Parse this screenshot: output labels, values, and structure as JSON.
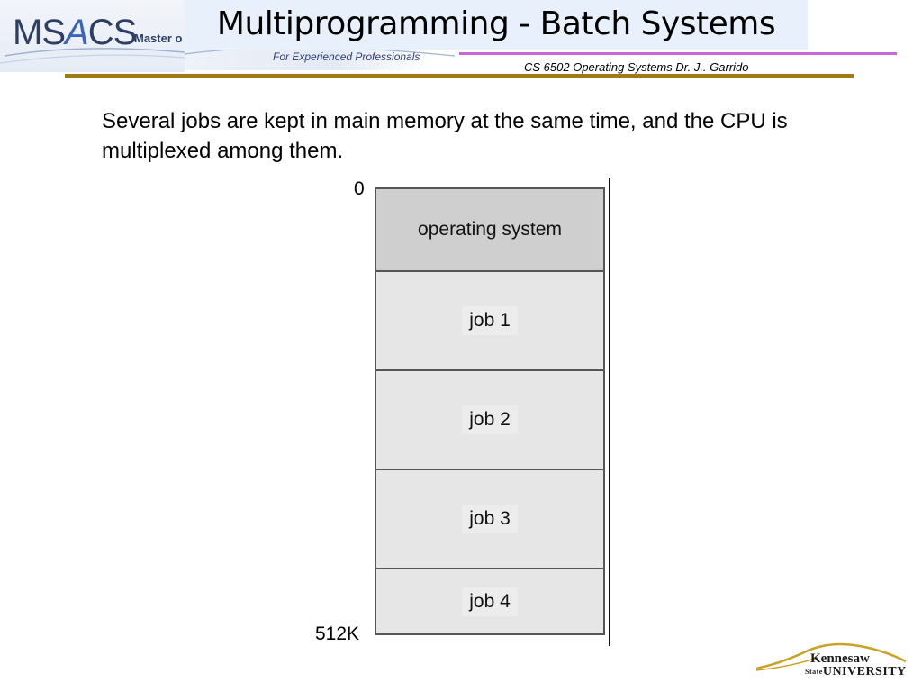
{
  "header": {
    "logo_text": "MSACS",
    "logo_subtext": "Master o",
    "tagline": "For Experienced Professionals",
    "title": "Multiprogramming - Batch Systems",
    "credit": "CS 6502 Operating Systems   Dr. J.. Garrido"
  },
  "body": {
    "intro": "Several jobs are kept in main memory at the same time, and the CPU is multiplexed among them."
  },
  "diagram": {
    "start_address": "0",
    "end_address": "512K",
    "segments": [
      {
        "label": "operating system",
        "kind": "os"
      },
      {
        "label": "job 1",
        "kind": "job"
      },
      {
        "label": "job 2",
        "kind": "job"
      },
      {
        "label": "job 3",
        "kind": "job"
      },
      {
        "label": "job 4",
        "kind": "job"
      }
    ]
  },
  "footer": {
    "university_line1": "Kennesaw",
    "university_state": "State",
    "university_line2": "UNIVERSITY"
  },
  "colors": {
    "accent_pink": "#cc66dd",
    "rule_gold": "#a07a12",
    "title_bg": "#e8f1fb",
    "os_segment": "#cfcfcf",
    "job_segment": "#e6e6e6"
  }
}
